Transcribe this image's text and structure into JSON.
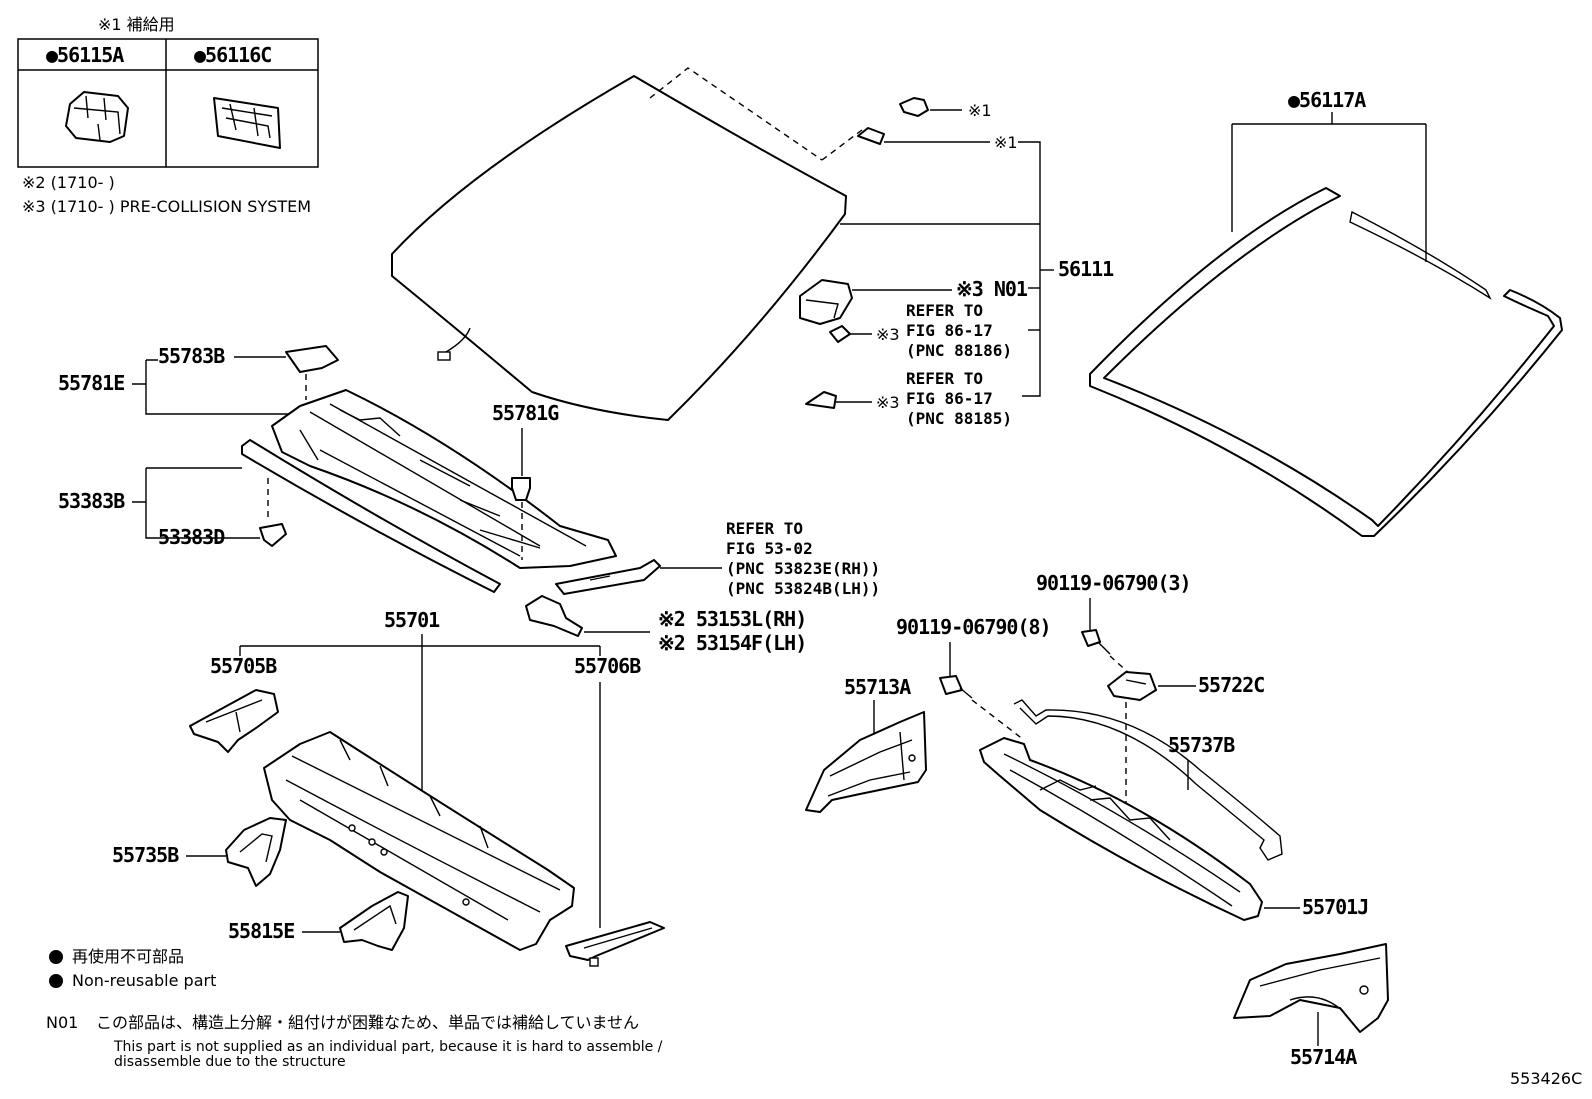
{
  "supply_note": "※1 補給用",
  "box": {
    "left_part": "●56115A",
    "right_part": "●56116C"
  },
  "date_notes": [
    "※2 (1710-      )",
    "※3 (1710-      ) PRE-COLLISION SYSTEM"
  ],
  "parts": {
    "p56117A": "●56117A",
    "p56111": "56111",
    "s1a": "※1",
    "s1b": "※1",
    "n01": "※3 N01",
    "s3a": "※3",
    "s3b": "※3",
    "p55783B": "55783B",
    "p55781E": "55781E",
    "p55781G": "55781G",
    "p53383B": "53383B",
    "p53383D": "53383D",
    "p55701": "55701",
    "p55705B": "55705B",
    "p55706B": "55706B",
    "p53153L": "※2 53153L(RH)",
    "p53154F": "※2 53154F(LH)",
    "p55735B": "55735B",
    "p55815E": "55815E",
    "p55713A": "55713A",
    "p55722C": "55722C",
    "p55737B": "55737B",
    "p55701J": "55701J",
    "p55714A": "55714A",
    "bolt3": "90119-06790(3)",
    "bolt8": "90119-06790(8)"
  },
  "refs": {
    "r1": [
      "REFER TO",
      "FIG 86-17",
      "(PNC 88186)"
    ],
    "r2": [
      "REFER TO",
      "FIG 86-17",
      "(PNC 88185)"
    ],
    "r3": [
      "REFER TO",
      "FIG 53-02",
      "(PNC 53823E(RH))",
      "(PNC 53824B(LH))"
    ]
  },
  "legend": {
    "jp": "再使用不可部品",
    "en": "Non-reusable part"
  },
  "footnote": {
    "code": "N01",
    "jp": "この部品は、構造上分解・組付けが困難なため、単品では補給していません",
    "en1": "This part is not supplied as an individual part, because it is hard to assemble /",
    "en2": "disassemble due to the structure"
  },
  "figure_id": "553426C"
}
